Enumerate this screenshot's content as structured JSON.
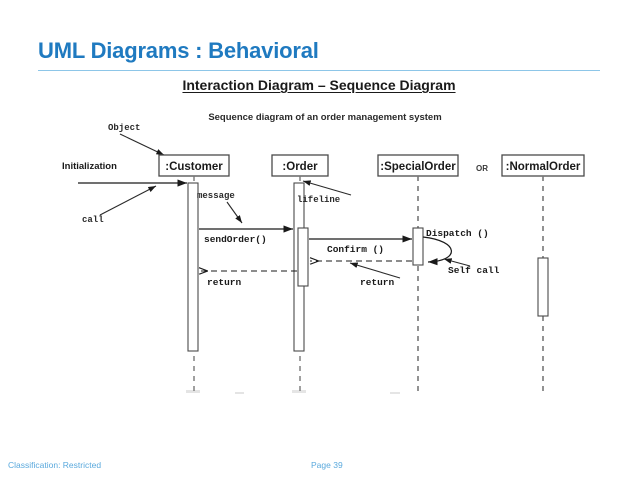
{
  "slide": {
    "title": "UML Diagrams : Behavioral",
    "subtitle": "Interaction Diagram – Sequence Diagram",
    "title_color": "#1f7ac0",
    "rule_color": "#8dc6e8"
  },
  "diagram": {
    "caption": "Sequence diagram of an order management system",
    "or_separator": "OR",
    "lifelines": [
      {
        "name": "customer",
        "label": ":Customer"
      },
      {
        "name": "order",
        "label": ":Order"
      },
      {
        "name": "special-order",
        "label": ":SpecialOrder"
      },
      {
        "name": "normal-order",
        "label": ":NormalOrder"
      }
    ],
    "messages": [
      {
        "name": "send-order",
        "label": "sendOrder()"
      },
      {
        "name": "confirm",
        "label": "Confirm ()"
      },
      {
        "name": "dispatch",
        "label": "Dispatch ()"
      },
      {
        "name": "return-order-customer",
        "label": "return"
      },
      {
        "name": "return-special-order",
        "label": "return"
      }
    ],
    "annotations": [
      {
        "name": "object",
        "label": "Object"
      },
      {
        "name": "initialization",
        "label": "Initialization"
      },
      {
        "name": "call",
        "label": "call"
      },
      {
        "name": "message",
        "label": "message"
      },
      {
        "name": "lifeline",
        "label": "lifeline"
      },
      {
        "name": "self-call",
        "label": "Self call"
      }
    ]
  },
  "footer": {
    "classification": "Classification: Restricted",
    "page": "Page 39",
    "color": "#5aa9dd"
  }
}
